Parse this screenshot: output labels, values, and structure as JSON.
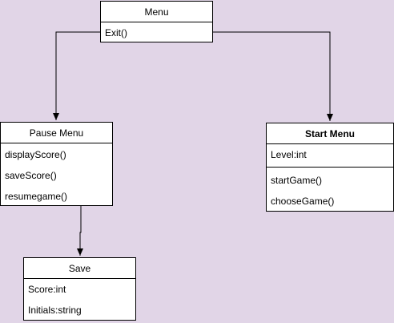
{
  "diagram": {
    "background": "#e1d5e7",
    "classes": {
      "menu": {
        "name": "Menu",
        "operations": [
          "Exit()"
        ]
      },
      "pause_menu": {
        "name": "Pause Menu",
        "operations": [
          "displayScore()",
          "saveScore()",
          "resumegame()"
        ]
      },
      "start_menu": {
        "name": "Start Menu",
        "attributes": [
          "Level:int"
        ],
        "operations": [
          "startGame()",
          "chooseGame()"
        ]
      },
      "save": {
        "name": "Save",
        "attributes": [
          "Score:int",
          "Initials:string"
        ]
      }
    },
    "edges": [
      {
        "from": "Menu",
        "to": "Pause Menu"
      },
      {
        "from": "Menu",
        "to": "Start Menu"
      },
      {
        "from": "Pause Menu",
        "to": "Save"
      }
    ]
  }
}
